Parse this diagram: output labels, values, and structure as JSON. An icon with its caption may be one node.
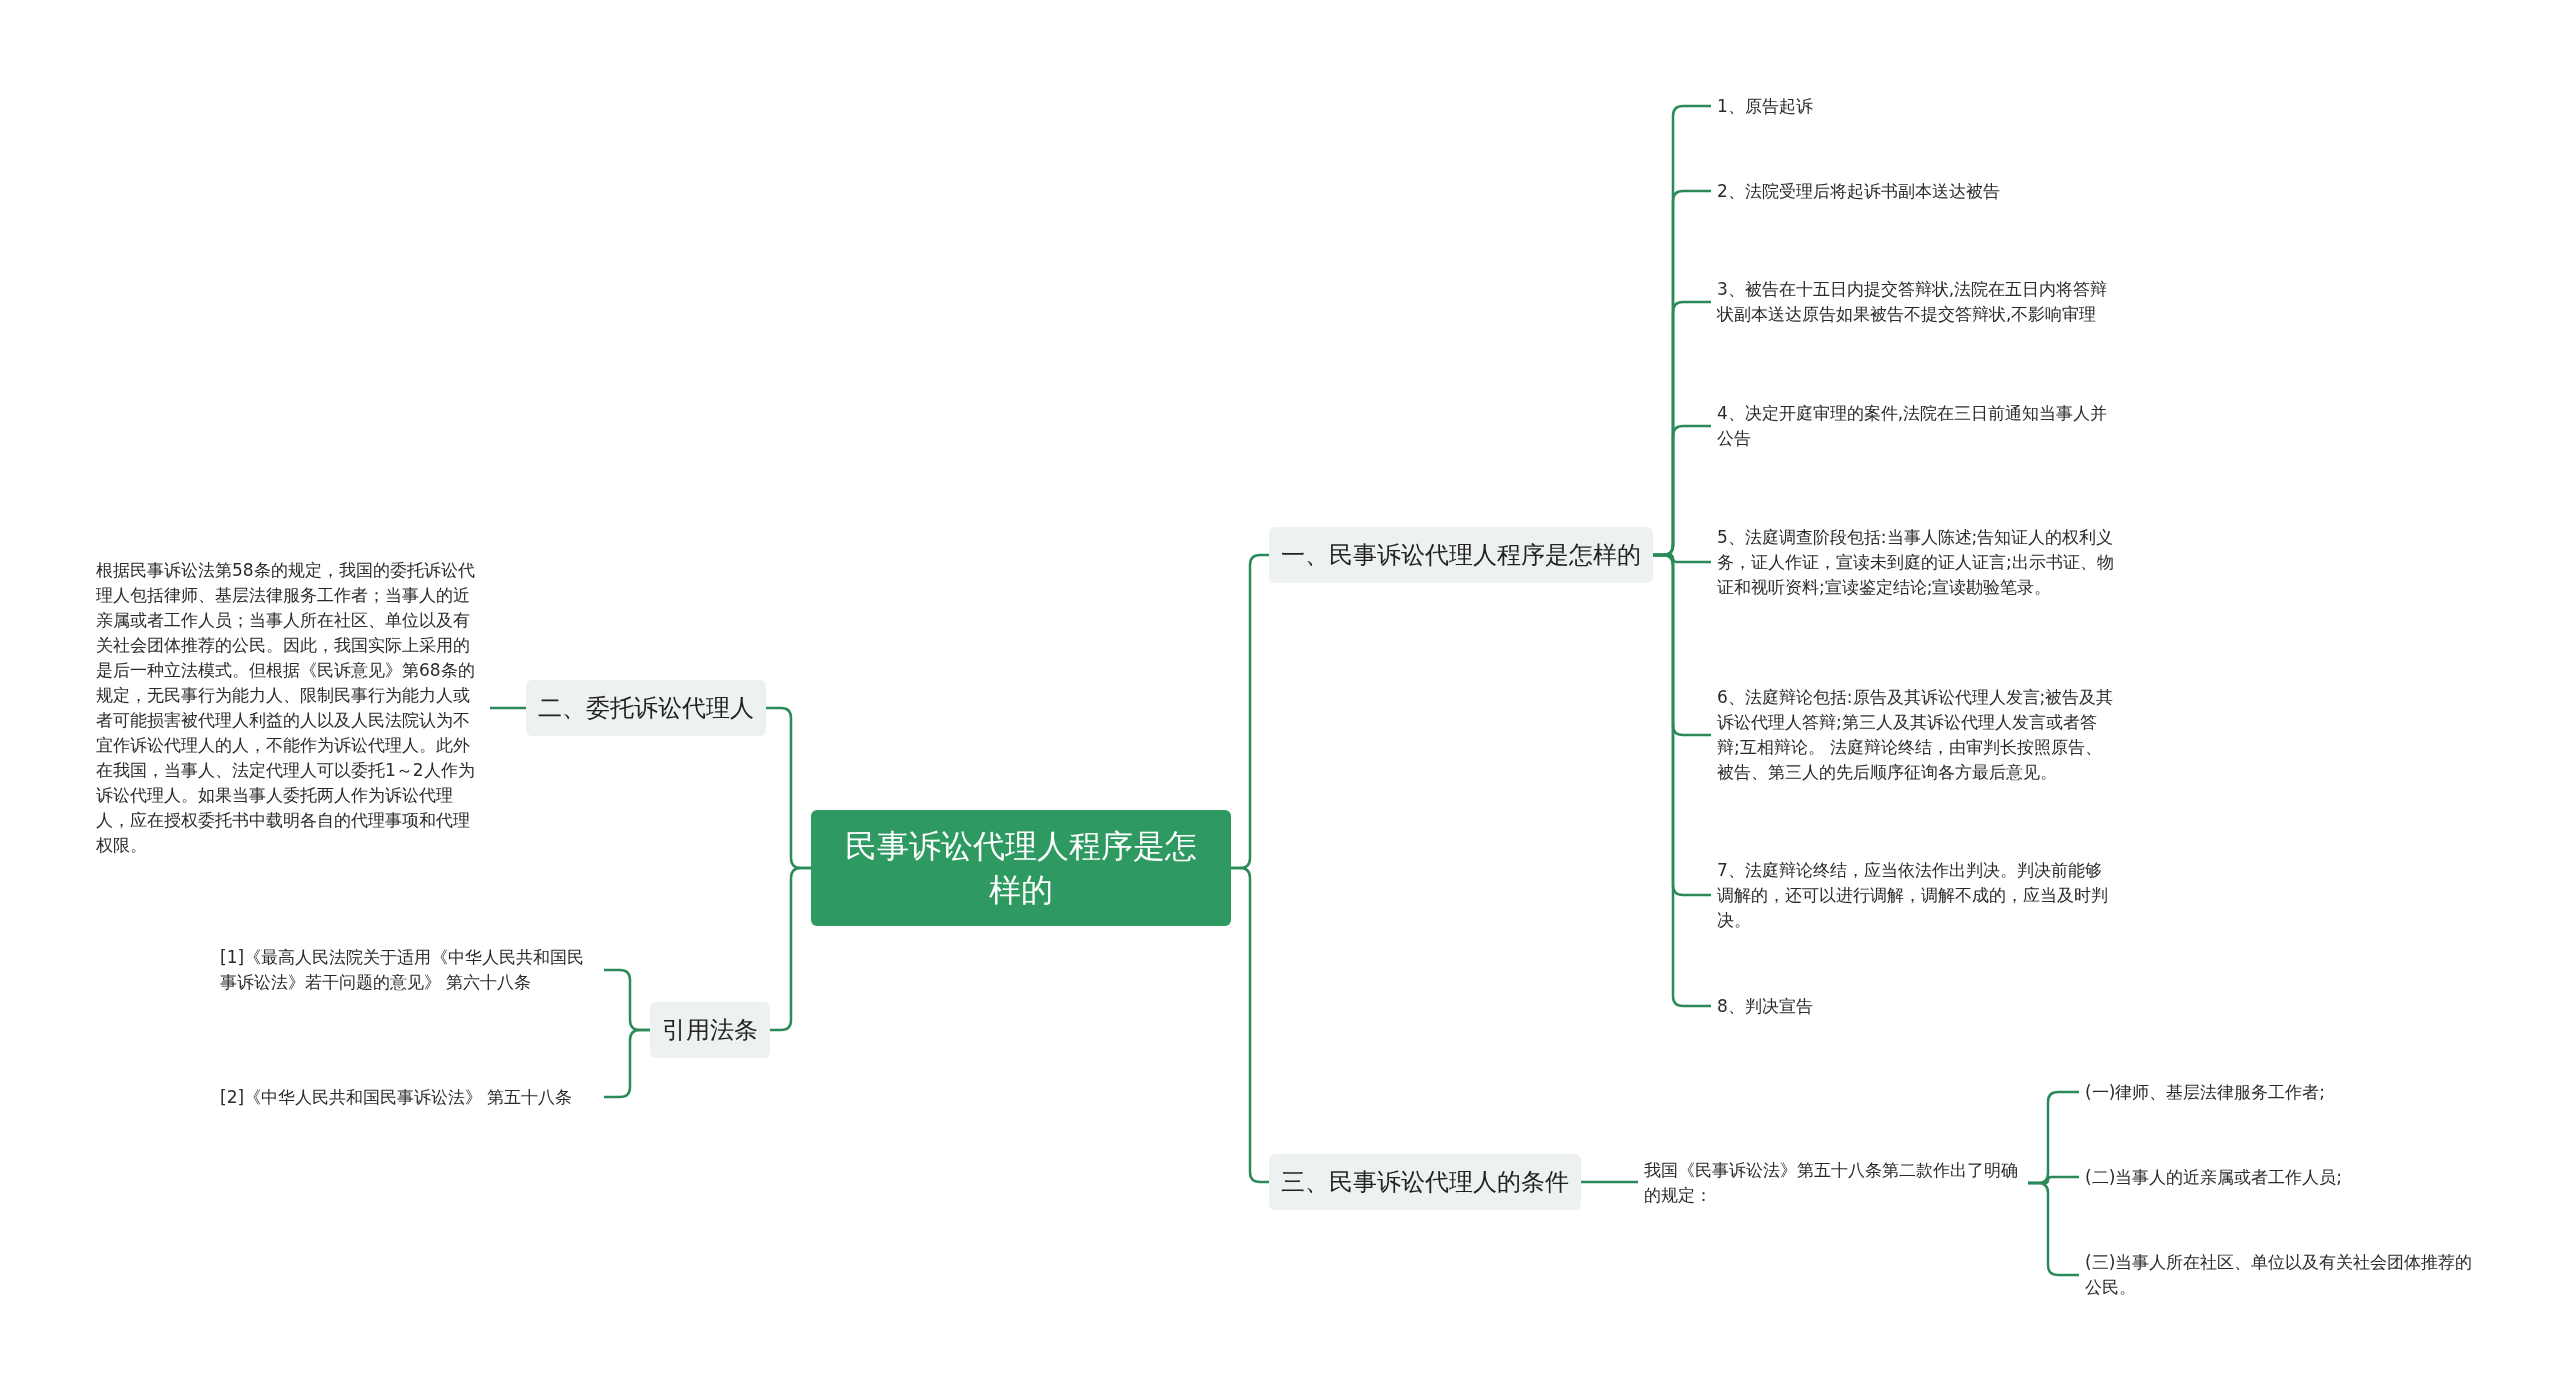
{
  "diagram": {
    "nodes": [
      {
        "text": [
          "民事诉讼代理人程序是怎样的"
        ]
      },
      {
        "text": [
          "一、民事诉讼代理人程序是怎样的"
        ]
      },
      {
        "text": [
          "1、原告起诉"
        ]
      },
      {
        "text": [
          "2、法院受理后将起诉书副本送达被告"
        ]
      },
      {
        "text": [
          "3、被告在十五日内提交答辩状,法院在五日内将答辩状副本送达原告如果被告不提交答辩状,不影响审理"
        ]
      },
      {
        "text": [
          "4、决定开庭审理的案件,法院在三日前通知当事人并公告"
        ]
      },
      {
        "text": [
          "5、法庭调查阶段包括:当事人陈述;告知证人的权利义务，证人作证，宣读未到庭的证人证言;出示书证、物证和视听资料;宣读鉴定结论;宣读勘验笔录。"
        ]
      },
      {
        "text": [
          "6、法庭辩论包括:原告及其诉讼代理人发言;被告及其诉讼代理人答辩;第三人及其诉讼代理人发言或者答辩;互相辩论。 法庭辩论终结，由审判长按照原告、被告、第三人的先后顺序征询各方最后意见。"
        ]
      },
      {
        "text": [
          "7、法庭辩论终结，应当依法作出判决。判决前能够调解的，还可以进行调解，调解不成的，应当及时判决。"
        ]
      },
      {
        "text": [
          "8、判决宣告"
        ]
      },
      {
        "text": [
          "三、民事诉讼代理人的条件"
        ]
      },
      {
        "text": [
          "我国《民事诉讼法》第五十八条第二款作出了明确的规定："
        ]
      },
      {
        "text": [
          "(一)律师、基层法律服务工作者;"
        ]
      },
      {
        "text": [
          "(二)当事人的近亲属或者工作人员;"
        ]
      },
      {
        "text": [
          "(三)当事人所在社区、单位以及有关社会团体推荐的公民。"
        ]
      },
      {
        "text": [
          "二、委托诉讼代理人"
        ]
      },
      {
        "text": [
          "根据民事诉讼法第58条的规定，我国的委托诉讼代理人包括律师、基层法律服务工作者；当事人的近亲属或者工作人员；当事人所在社区、单位以及有关社会团体推荐的公民。因此，我国实际上采用的是后一种立法模式。但根据《民诉意见》第68条的规定，无民事行为能力人、限制民事行为能力人或者可能损害被代理人利益的人以及人民法院认为不宜作诉讼代理人的人，不能作为诉讼代理人。此外在我国，当事人、法定代理人可以委托1～2人作为诉讼代理人。如果当事人委托两人作为诉讼代理人，应在授权委托书中载明各自的代理事项和代理权限。"
        ]
      },
      {
        "text": [
          "引用法条"
        ]
      },
      {
        "text": [
          "[1]《最高人民法院关于适用《中华人民共和国民事诉讼法》若干问题的意见》 第六十八条"
        ]
      },
      {
        "text": [
          "[2]《中华人民共和国民事诉讼法》 第五十八条"
        ]
      }
    ],
    "edges": [
      {
        "from": 0,
        "to": 1,
        "arrow": "none"
      },
      {
        "from": 1,
        "to": 2,
        "arrow": "none"
      },
      {
        "from": 1,
        "to": 3,
        "arrow": "none"
      },
      {
        "from": 1,
        "to": 4,
        "arrow": "none"
      },
      {
        "from": 1,
        "to": 5,
        "arrow": "none"
      },
      {
        "from": 1,
        "to": 6,
        "arrow": "none"
      },
      {
        "from": 1,
        "to": 7,
        "arrow": "none"
      },
      {
        "from": 1,
        "to": 8,
        "arrow": "none"
      },
      {
        "from": 1,
        "to": 9,
        "arrow": "none"
      },
      {
        "from": 0,
        "to": 10,
        "arrow": "none"
      },
      {
        "from": 10,
        "to": 11,
        "arrow": "none"
      },
      {
        "from": 11,
        "to": 12,
        "arrow": "none"
      },
      {
        "from": 11,
        "to": 13,
        "arrow": "none"
      },
      {
        "from": 11,
        "to": 14,
        "arrow": "none"
      },
      {
        "from": 0,
        "to": 15,
        "arrow": "none"
      },
      {
        "from": 15,
        "to": 16,
        "arrow": "none"
      },
      {
        "from": 0,
        "to": 17,
        "arrow": "none"
      },
      {
        "from": 17,
        "to": 18,
        "arrow": "none"
      },
      {
        "from": 17,
        "to": 19,
        "arrow": "none"
      }
    ]
  }
}
